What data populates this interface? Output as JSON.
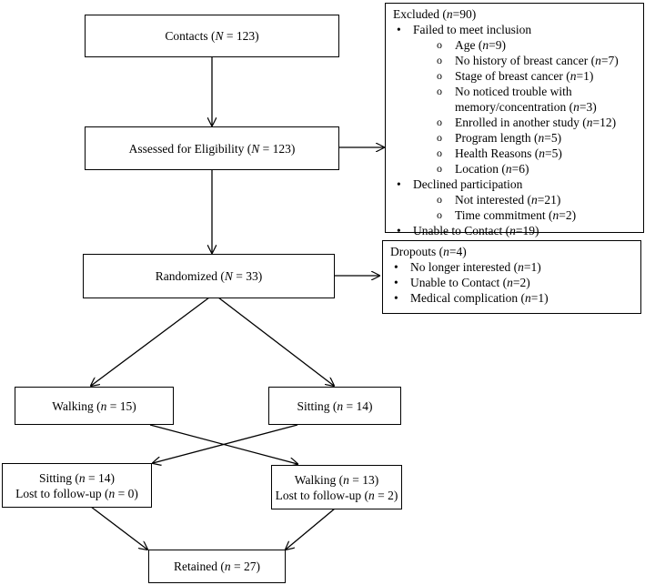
{
  "nodes": {
    "contacts": {
      "label": "Contacts",
      "n_label": "N",
      "n_value": "123"
    },
    "assessed": {
      "label": "Assessed for Eligibility",
      "n_label": "N",
      "n_value": "123"
    },
    "randomized": {
      "label": "Randomized",
      "n_label": "N",
      "n_value": "33"
    },
    "walking_first": {
      "label": "Walking",
      "n_label": "n",
      "n_value": "15"
    },
    "sitting_first": {
      "label": "Sitting",
      "n_label": "n",
      "n_value": "14"
    },
    "sitting_second": {
      "label": "Sitting",
      "n_label": "n",
      "n_value": "14",
      "lost_label": "Lost to follow-up",
      "lost_value": "0"
    },
    "walking_second": {
      "label": "Walking",
      "n_label": "n",
      "n_value": "13",
      "lost_label": "Lost to follow-up",
      "lost_value": "2"
    },
    "retained": {
      "label": "Retained",
      "n_label": "n",
      "n_value": "27"
    }
  },
  "excluded": {
    "title": "Excluded",
    "n_label": "n",
    "n_value": "90",
    "groups": [
      {
        "label": "Failed to meet inclusion",
        "items": [
          {
            "label": "Age",
            "n": "9"
          },
          {
            "label": "No history of breast cancer",
            "n": "7"
          },
          {
            "label": "Stage of breast cancer",
            "n": "1"
          },
          {
            "label": "No noticed trouble with memory/concentration",
            "n": "3"
          },
          {
            "label": "Enrolled in another study",
            "n": "12"
          },
          {
            "label": "Program length",
            "n": "5"
          },
          {
            "label": "Health Reasons",
            "n": "5"
          },
          {
            "label": "Location",
            "n": "6"
          }
        ]
      },
      {
        "label": "Declined participation",
        "items": [
          {
            "label": "Not interested",
            "n": "21"
          },
          {
            "label": "Time commitment",
            "n": "2"
          }
        ]
      },
      {
        "label": "Unable to Contact",
        "n": "19",
        "items": []
      }
    ]
  },
  "dropouts": {
    "title": "Dropouts",
    "n_label": "n",
    "n_value": "4",
    "items": [
      {
        "label": "No longer interested",
        "n": "1"
      },
      {
        "label": "Unable to Contact",
        "n": "2"
      },
      {
        "label": "Medical complication",
        "n": "1"
      }
    ]
  },
  "symbols": {
    "n_small": "n",
    "eq_spaced": " = ",
    "eq_tight": "="
  }
}
